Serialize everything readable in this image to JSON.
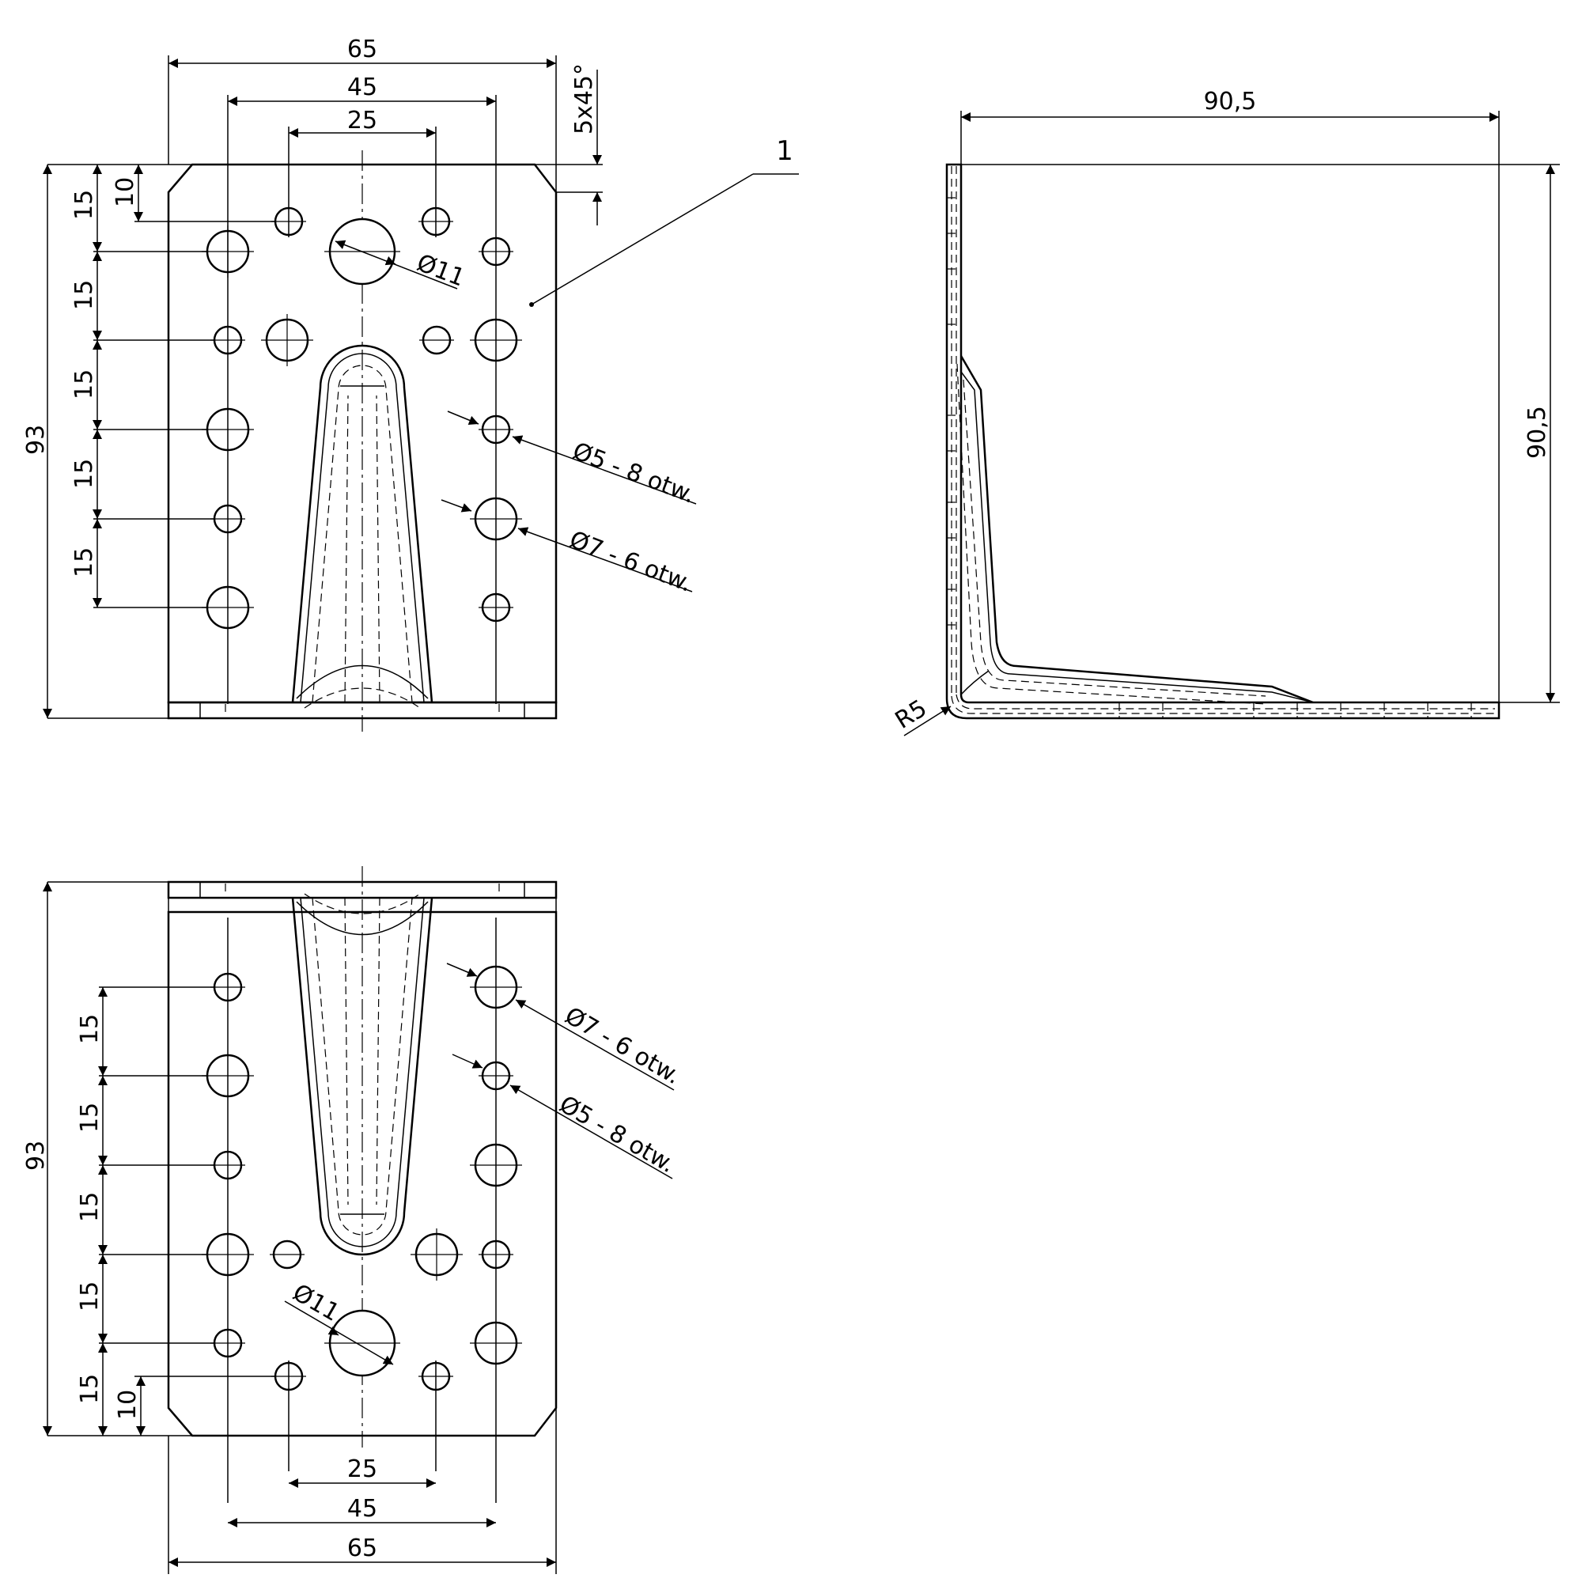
{
  "front_view": {
    "dims": {
      "width_65": "65",
      "width_45": "45",
      "width_25": "25",
      "chamfer": "5x45°",
      "height_93": "93",
      "offset_10": "10",
      "pitch_15": [
        "15",
        "15",
        "15",
        "15",
        "15"
      ]
    },
    "callouts": {
      "part_number": "1",
      "dia_11": "Ø11",
      "dia_5": "Ø5 - 8 otw.",
      "dia_7": "Ø7 - 6 otw."
    }
  },
  "side_view": {
    "dims": {
      "width_90_5": "90,5",
      "height_90_5": "90,5",
      "radius": "R5"
    }
  },
  "bottom_view": {
    "dims": {
      "height_93": "93",
      "offset_10": "10",
      "pitch_15": [
        "15",
        "15",
        "15",
        "15",
        "15"
      ],
      "width_25": "25",
      "width_45": "45",
      "width_65": "65"
    },
    "callouts": {
      "dia_7": "Ø7 - 6 otw.",
      "dia_5": "Ø5 - 8 otw.",
      "dia_11": "Ø11"
    }
  }
}
